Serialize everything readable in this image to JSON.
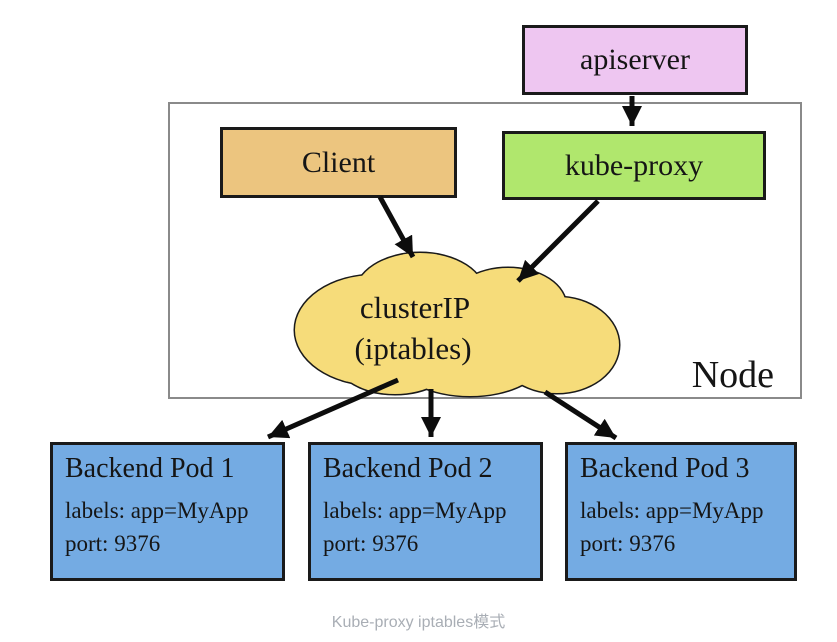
{
  "diagram": {
    "apiserver": {
      "label": "apiserver"
    },
    "node": {
      "label": "Node"
    },
    "client": {
      "label": "Client"
    },
    "kube_proxy": {
      "label": "kube-proxy"
    },
    "cluster_ip": {
      "line1": "clusterIP",
      "line2": "(iptables)"
    },
    "pods": [
      {
        "title": "Backend Pod 1",
        "labels_line": "labels: app=MyApp",
        "port_line": "port: 9376"
      },
      {
        "title": "Backend Pod 2",
        "labels_line": "labels: app=MyApp",
        "port_line": "port: 9376"
      },
      {
        "title": "Backend Pod 3",
        "labels_line": "labels: app=MyApp",
        "port_line": "port: 9376"
      }
    ]
  },
  "caption": "Kube-proxy iptables模式",
  "colors": {
    "apiserver_fill": "#eec6f1",
    "client_fill": "#ecc57f",
    "kube_proxy_fill": "#b0e76d",
    "cloud_fill": "#f6dc7a",
    "pod_fill": "#74abe3",
    "box_border": "#1a1a1a",
    "node_border": "#8a8a8a",
    "arrow": "#0d0d0d",
    "caption_text": "#a9aeb5"
  }
}
